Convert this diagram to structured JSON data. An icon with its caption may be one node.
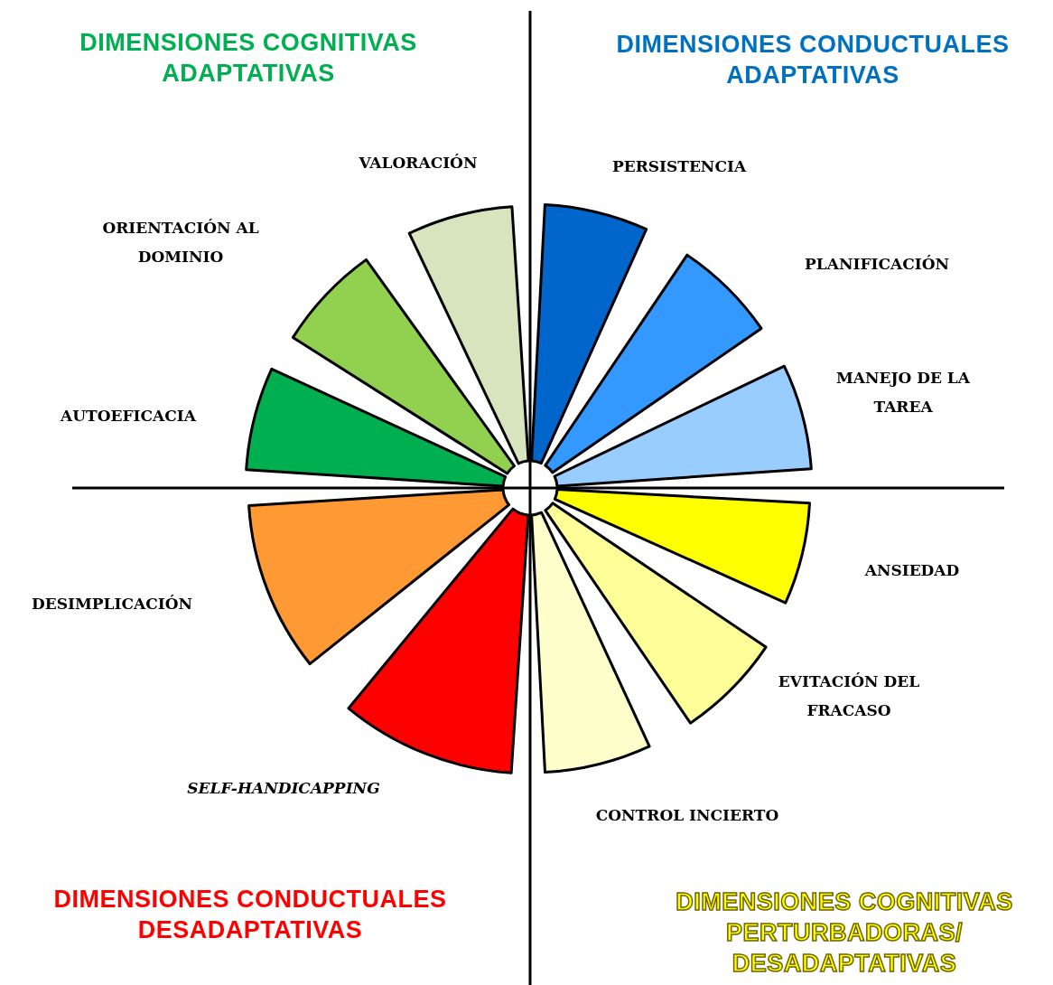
{
  "diagram": {
    "nodes": [
      {
        "text": [],
        "shape": "sector",
        "beside": [
          "VALORACIÓN"
        ]
      },
      {
        "text": [],
        "shape": "sector",
        "beside": [
          "PERSISTENCIA"
        ]
      },
      {
        "text": [],
        "shape": "sector",
        "beside": [
          "ORIENTACIÓN AL DOMINIO"
        ]
      },
      {
        "text": [],
        "shape": "sector",
        "beside": [
          "PLANIFICACIÓN"
        ]
      },
      {
        "text": [],
        "shape": "sector",
        "beside": [
          "MANEJO DE LA TAREA"
        ]
      },
      {
        "text": [],
        "shape": "sector",
        "beside": [
          "AUTOEFICACIA"
        ]
      },
      {
        "text": [],
        "shape": "sector",
        "beside": [
          "DESIMPLICACIÓN"
        ]
      },
      {
        "text": [],
        "shape": "sector",
        "beside": [
          "ANSIEDAD"
        ]
      },
      {
        "text": [],
        "shape": "sector",
        "beside": [
          "EVITACIÓN DEL FRACASO"
        ]
      },
      {
        "text": [],
        "shape": "sector",
        "beside": [
          "SELF-HANDICAPPING"
        ]
      },
      {
        "text": [],
        "shape": "sector",
        "beside": [
          "CONTROL INCIERTO"
        ]
      }
    ],
    "labels": [
      "DIMENSIONES COGNITIVAS ADAPTATIVAS",
      "DIMENSIONES CONDUCTUALES ADAPTATIVAS",
      "DIMENSIONES CONDUCTUALES DESADAPTATIVAS",
      "DIMENSIONES COGNITIVAS PERTURBADORAS/ DESADAPTATIVAS"
    ]
  }
}
